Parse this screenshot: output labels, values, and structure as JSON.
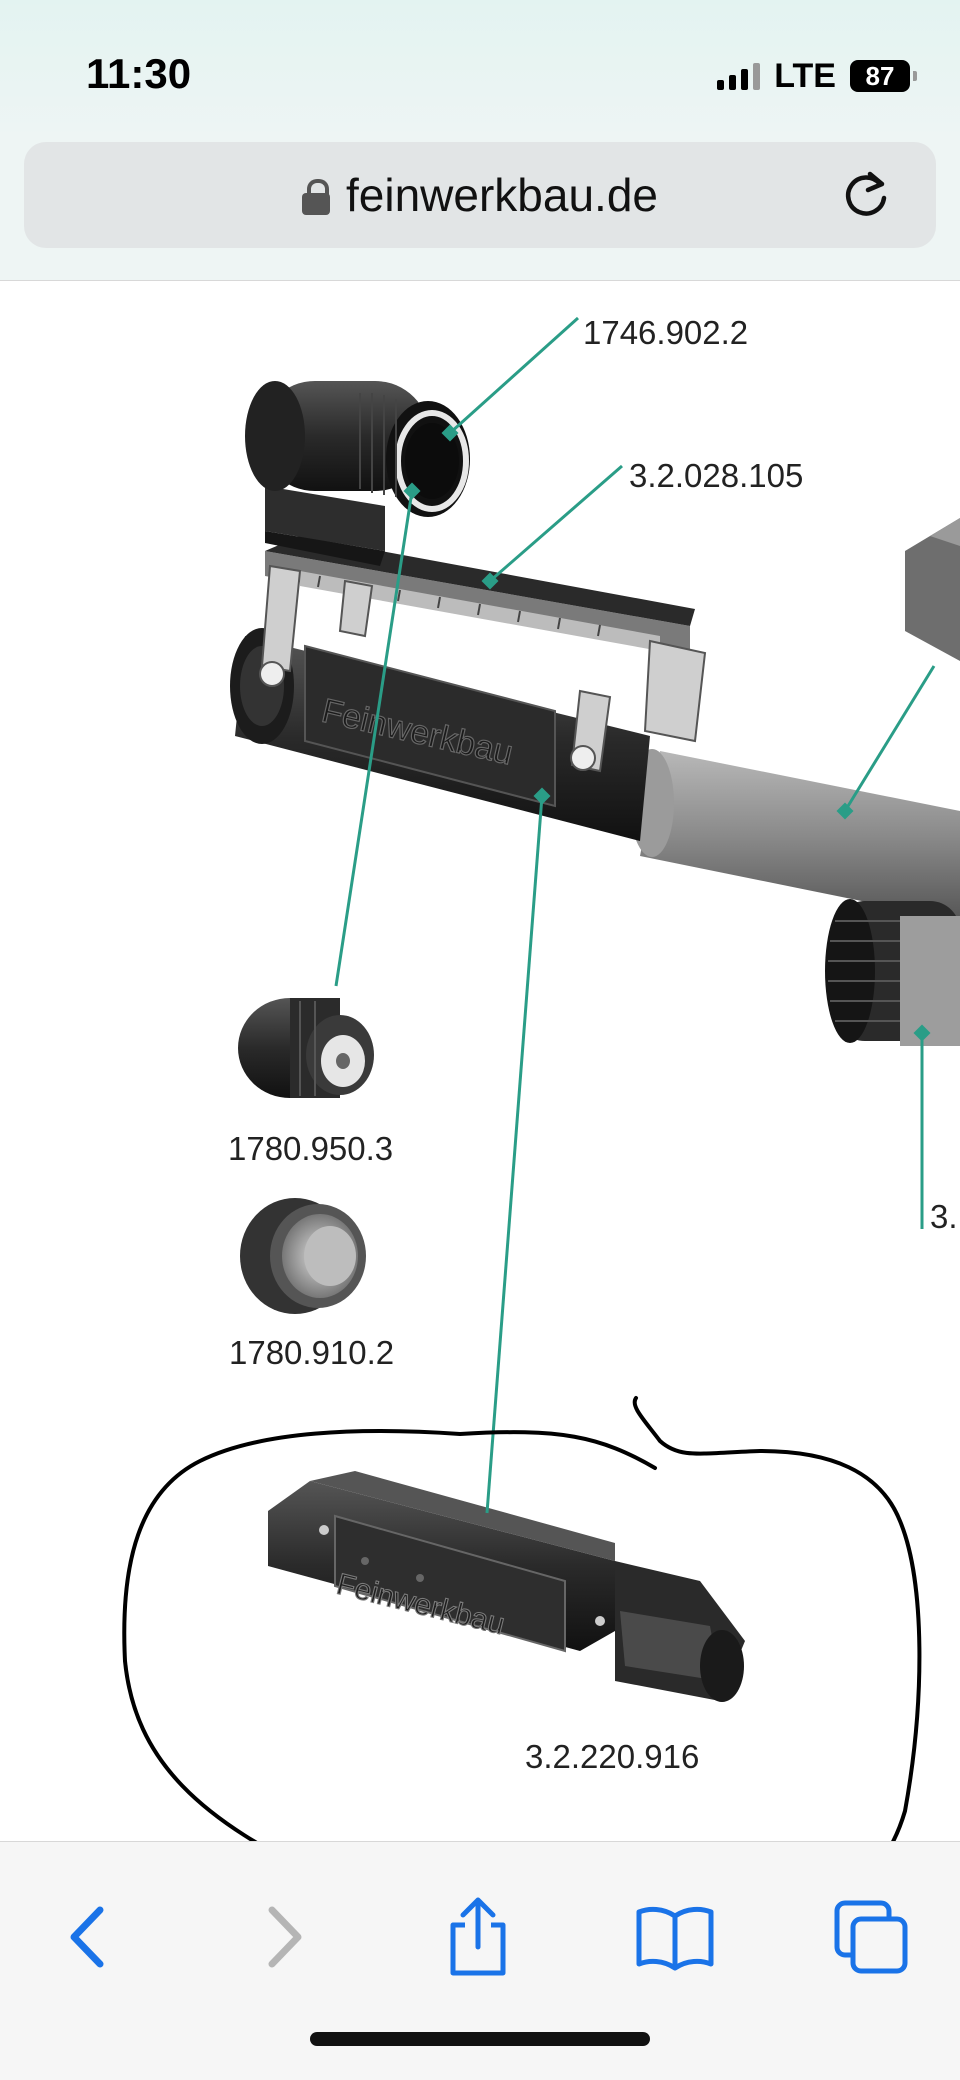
{
  "status_bar": {
    "time": "11:30",
    "network": "LTE",
    "battery": "87"
  },
  "browser": {
    "url": "feinwerkbau.de",
    "lock_icon": "lock-icon",
    "reload_icon": "reload-icon"
  },
  "diagram": {
    "brand": "Feinwerkbau",
    "parts": [
      {
        "label": "1746.902.2"
      },
      {
        "label": "3.2.028.105"
      },
      {
        "label": "1780.950.3"
      },
      {
        "label": "1780.910.2"
      },
      {
        "label": "3.2.220.916"
      },
      {
        "label": "3."
      }
    ],
    "leader_color": "#2a9d87"
  },
  "toolbar": {
    "back_icon": "chevron-left-icon",
    "forward_icon": "chevron-right-icon",
    "share_icon": "share-icon",
    "bookmarks_icon": "book-icon",
    "tabs_icon": "tabs-icon",
    "accent": "#1a73e8"
  }
}
